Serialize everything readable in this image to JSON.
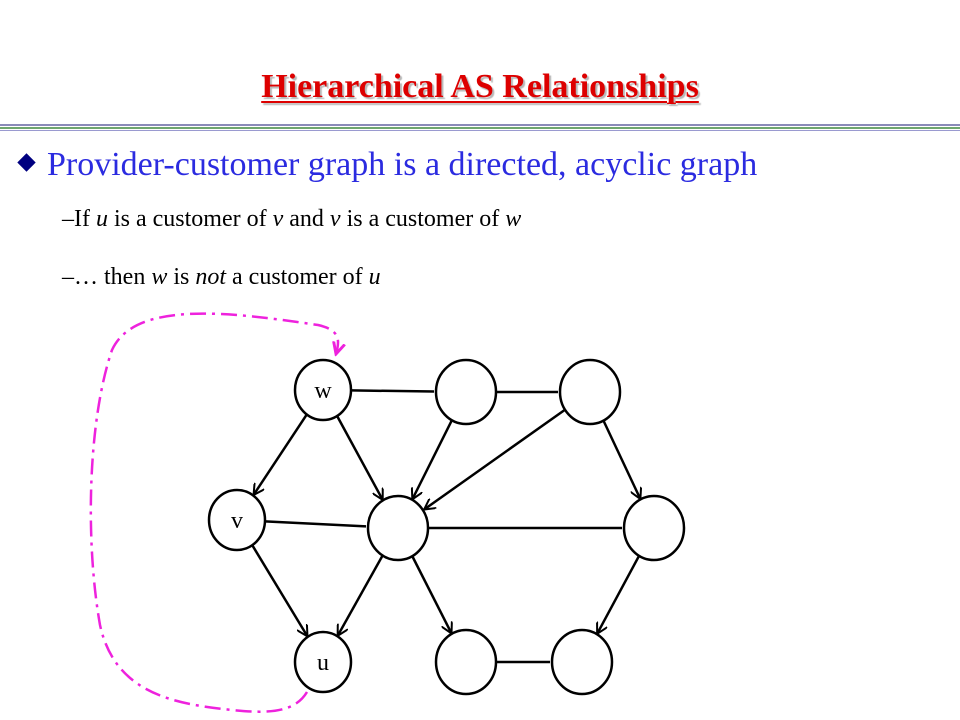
{
  "slide": {
    "title": "Hierarchical AS Relationships",
    "bullet": "Provider-customer graph is a directed, acyclic graph",
    "sub1": {
      "dash": "–",
      "p1": "If ",
      "u": "u",
      "p2": " is a customer of ",
      "v": "v",
      "p3": " and ",
      "v2": "v",
      "p4": " is a customer of ",
      "w": "w"
    },
    "sub2": {
      "dash": "–",
      "p1": "… then ",
      "w": "w",
      "p2": " is ",
      "not": "not",
      "p3": " a customer of ",
      "u": "u"
    }
  },
  "graph": {
    "nodes": [
      {
        "id": "w",
        "label": "w"
      },
      {
        "id": "n2",
        "label": ""
      },
      {
        "id": "n3",
        "label": ""
      },
      {
        "id": "v",
        "label": "v"
      },
      {
        "id": "n5",
        "label": ""
      },
      {
        "id": "n6",
        "label": ""
      },
      {
        "id": "u",
        "label": "u"
      },
      {
        "id": "n8",
        "label": ""
      },
      {
        "id": "n9",
        "label": ""
      }
    ],
    "edges": [
      {
        "from": "w",
        "to": "n2",
        "type": "peer"
      },
      {
        "from": "n2",
        "to": "n3",
        "type": "peer"
      },
      {
        "from": "w",
        "to": "v",
        "type": "provider-customer"
      },
      {
        "from": "w",
        "to": "n5",
        "type": "provider-customer"
      },
      {
        "from": "n2",
        "to": "n5",
        "type": "provider-customer"
      },
      {
        "from": "n3",
        "to": "n5",
        "type": "provider-customer"
      },
      {
        "from": "n3",
        "to": "n6",
        "type": "provider-customer"
      },
      {
        "from": "v",
        "to": "n5",
        "type": "peer"
      },
      {
        "from": "n5",
        "to": "n6",
        "type": "peer"
      },
      {
        "from": "v",
        "to": "u",
        "type": "provider-customer"
      },
      {
        "from": "n5",
        "to": "u",
        "type": "provider-customer"
      },
      {
        "from": "n5",
        "to": "n8",
        "type": "provider-customer"
      },
      {
        "from": "n6",
        "to": "n9",
        "type": "provider-customer"
      },
      {
        "from": "n8",
        "to": "n9",
        "type": "peer"
      }
    ],
    "cycle_edge": {
      "from": "u",
      "to": "w",
      "color": "#ee22dd",
      "style": "dash-dot"
    }
  },
  "colors": {
    "title": "#dd0000",
    "bullet_text": "#2b2be0",
    "bullet_marker": "#000080",
    "body_text": "#000000",
    "cycle_edge": "#ee22dd"
  }
}
